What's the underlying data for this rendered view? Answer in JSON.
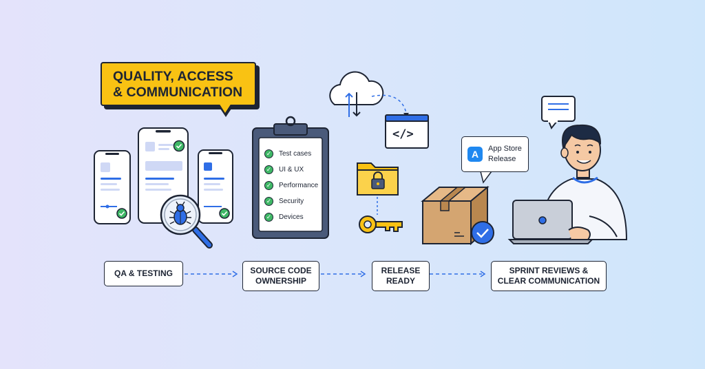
{
  "title": {
    "line1": "QUALITY, ACCESS",
    "line2": "& COMMUNICATION"
  },
  "checklist": [
    "Test cases",
    "UI & UX",
    "Performance",
    "Security",
    "Devices"
  ],
  "app_store": {
    "line1": "App Store",
    "line2": "Release",
    "icon": "app-store-icon"
  },
  "code_symbol": "</>",
  "stages": [
    {
      "line1": "QA & TESTING",
      "line2": ""
    },
    {
      "line1": "SOURCE CODE",
      "line2": "OWNERSHIP"
    },
    {
      "line1": "RELEASE",
      "line2": "READY"
    },
    {
      "line1": "SPRINT REVIEWS &",
      "line2": "CLEAR COMMUNICATION"
    }
  ],
  "colors": {
    "accent_yellow": "#f9c213",
    "accent_blue": "#2f6ee6",
    "check_green": "#3fb866",
    "outline": "#1d2433",
    "box_brown": "#d4a571"
  }
}
